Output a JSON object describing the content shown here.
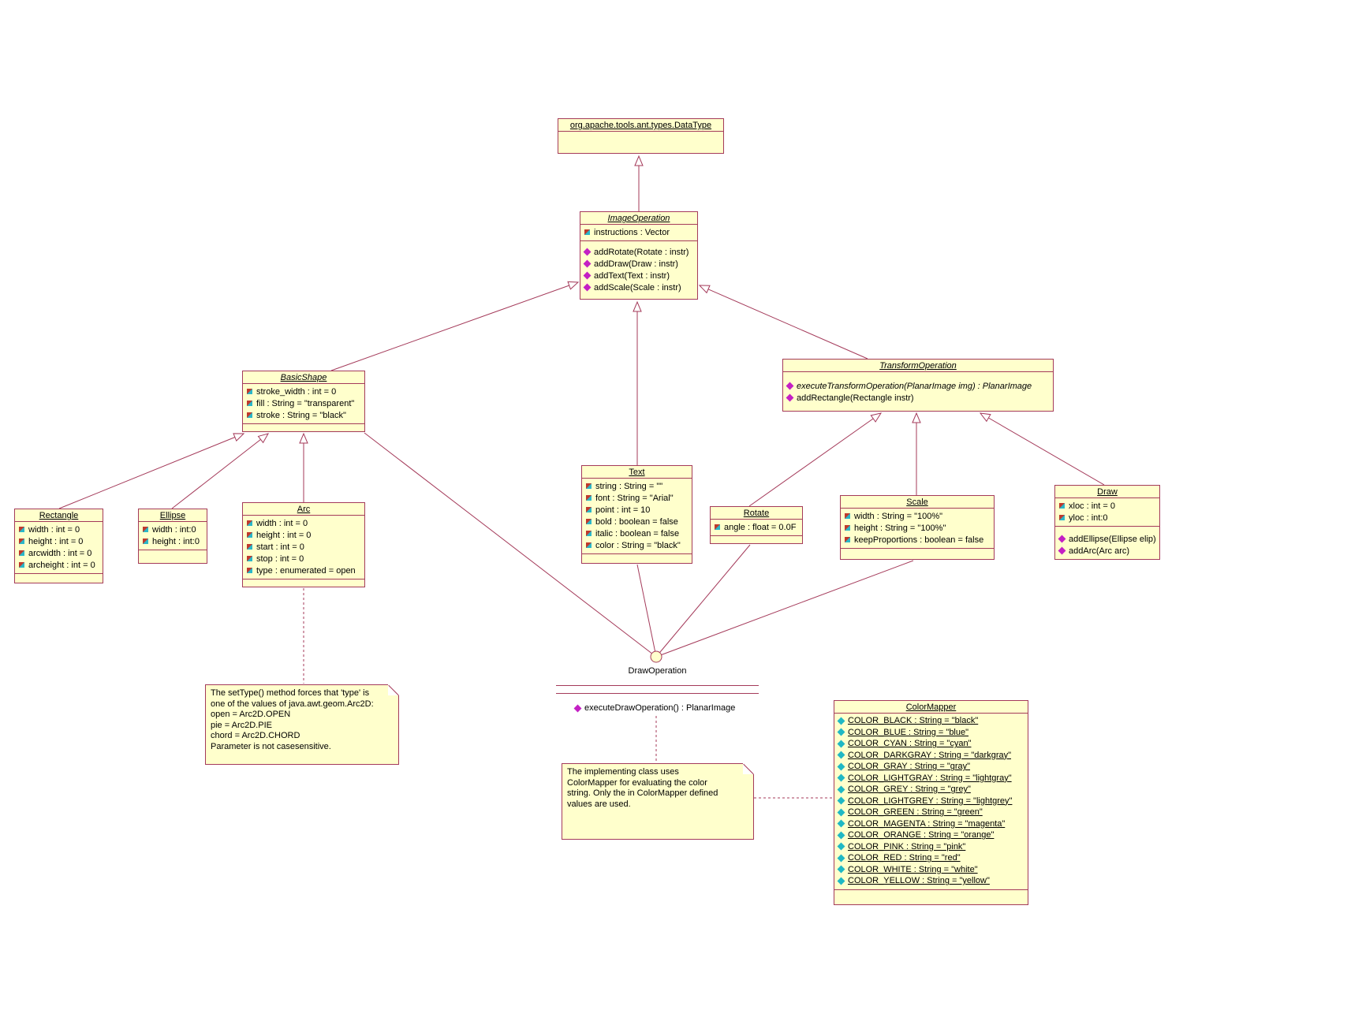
{
  "diagram": {
    "colors": {
      "background": "#ffffff",
      "box_fill": "#ffffcc",
      "line": "#a43a5a",
      "method_icon": "#c420c4",
      "static_icon": "#20b8c4"
    }
  },
  "classes": {
    "datatype": {
      "name": "org.apache.tools.ant.types.DataType"
    },
    "image_operation": {
      "name": "ImageOperation",
      "attrs": [
        "instructions : Vector"
      ],
      "methods": [
        "addRotate(Rotate : instr)",
        "addDraw(Draw : instr)",
        "addText(Text : instr)",
        "addScale(Scale : instr)"
      ]
    },
    "basic_shape": {
      "name": "BasicShape",
      "attrs": [
        "stroke_width : int = 0",
        "fill : String = \"transparent\"",
        "stroke : String = \"black\""
      ]
    },
    "transform_operation": {
      "name": "TransformOperation",
      "methods": [
        "executeTransformOperation(PlanarImage img) : PlanarImage",
        "addRectangle(Rectangle instr)"
      ]
    },
    "rectangle": {
      "name": "Rectangle",
      "attrs": [
        "width : int = 0",
        "height : int = 0",
        "arcwidth : int = 0",
        "archeight : int = 0"
      ]
    },
    "ellipse": {
      "name": "Ellipse",
      "attrs": [
        "width : int:0",
        "height : int:0"
      ]
    },
    "arc": {
      "name": "Arc",
      "attrs": [
        "width : int = 0",
        "height : int = 0",
        "start : int = 0",
        "stop : int = 0",
        "type : enumerated = open"
      ]
    },
    "text": {
      "name": "Text",
      "attrs": [
        "string : String = \"\"",
        "font : String = \"Arial\"",
        "point : int = 10",
        "bold : boolean = false",
        "italic : boolean = false",
        "color : String = \"black\""
      ]
    },
    "rotate": {
      "name": "Rotate",
      "attrs": [
        "angle : float = 0.0F"
      ]
    },
    "scale": {
      "name": "Scale",
      "attrs": [
        "width : String = \"100%\"",
        "height : String = \"100%\"",
        "keepProportions : boolean = false"
      ]
    },
    "draw": {
      "name": "Draw",
      "attrs": [
        "xloc : int = 0",
        "yloc : int:0"
      ],
      "methods": [
        "addEllipse(Ellipse elip)",
        "addArc(Arc arc)"
      ]
    },
    "color_mapper": {
      "name": "ColorMapper",
      "attrs": [
        "COLOR_BLACK : String = \"black\"",
        "COLOR_BLUE : String = \"blue\"",
        "COLOR_CYAN : String = \"cyan\"",
        "COLOR_DARKGRAY : String = \"darkgray\"",
        "COLOR_GRAY : String = \"gray\"",
        "COLOR_LIGHTGRAY : String = \"lightgray\"",
        "COLOR_GREY : String = \"grey\"",
        "COLOR_LIGHTGREY : String = \"lightgrey\"",
        "COLOR_GREEN : String = \"green\"",
        "COLOR_MAGENTA : String = \"magenta\"",
        "COLOR_ORANGE : String = \"orange\"",
        "COLOR_PINK : String = \"pink\"",
        "COLOR_RED : String = \"red\"",
        "COLOR_WHITE : String = \"white\"",
        "COLOR_YELLOW : String = \"yellow\""
      ]
    }
  },
  "interface": {
    "name": "DrawOperation",
    "method": "executeDrawOperation() : PlanarImage"
  },
  "notes": {
    "arc_note": {
      "lines": [
        "The setType() method forces that 'type' is",
        "one of the values of java.awt.geom.Arc2D:",
        "open = Arc2D.OPEN",
        "pie = Arc2D.PIE",
        "chord = Arc2D.CHORD",
        "Parameter is not casesensitive."
      ]
    },
    "color_note": {
      "lines": [
        "The implementing class uses",
        "ColorMapper for evaluating the color",
        "string. Only the in ColorMapper defined",
        "values are used."
      ]
    }
  }
}
